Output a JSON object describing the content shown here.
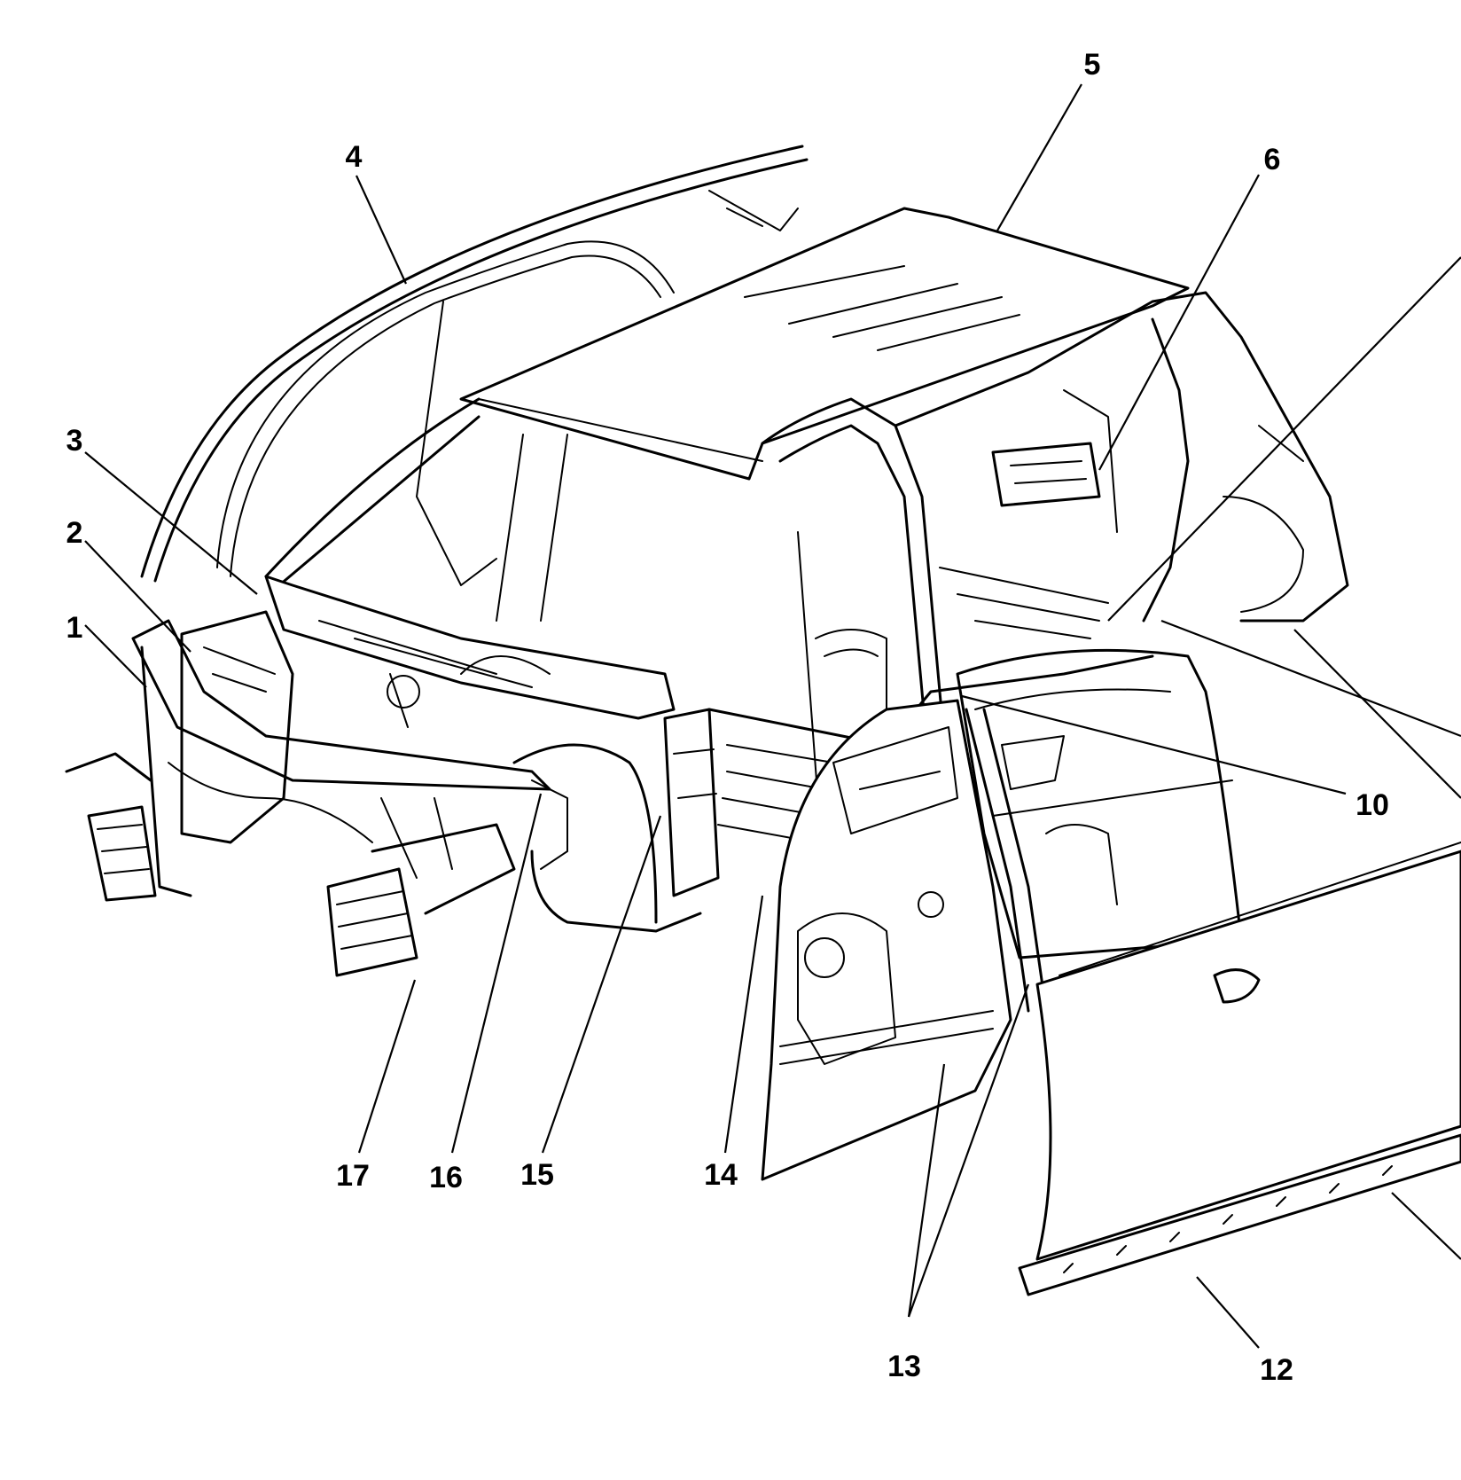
{
  "figure": {
    "callouts": [
      {
        "id": "c1",
        "label": "1"
      },
      {
        "id": "c2",
        "label": "2"
      },
      {
        "id": "c3",
        "label": "3"
      },
      {
        "id": "c4",
        "label": "4"
      },
      {
        "id": "c5",
        "label": "5"
      },
      {
        "id": "c6",
        "label": "6"
      },
      {
        "id": "c10",
        "label": "10"
      },
      {
        "id": "c12",
        "label": "12"
      },
      {
        "id": "c13",
        "label": "13"
      },
      {
        "id": "c14",
        "label": "14"
      },
      {
        "id": "c15",
        "label": "15"
      },
      {
        "id": "c16",
        "label": "16"
      },
      {
        "id": "c17",
        "label": "17"
      }
    ]
  }
}
